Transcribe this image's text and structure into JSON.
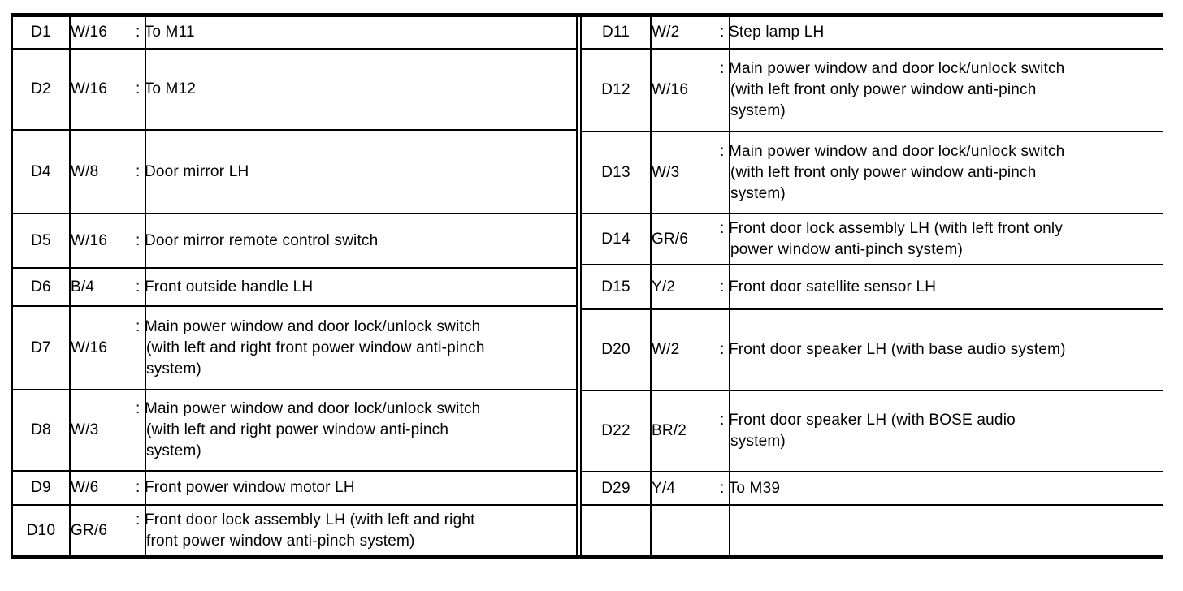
{
  "colors": {
    "background": "#ffffff",
    "text": "#000000",
    "border": "#000000"
  },
  "table": {
    "left_rows": [
      {
        "id": "D1",
        "code": "W/16",
        "desc": ": To M11"
      },
      {
        "id": "D2",
        "code": "W/16",
        "desc": ": To M12"
      },
      {
        "id": "D4",
        "code": "W/8",
        "desc": ": Door mirror LH"
      },
      {
        "id": "D5",
        "code": "W/16",
        "desc": ": Door mirror remote control switch"
      },
      {
        "id": "D6",
        "code": "B/4",
        "desc": ": Front outside handle LH"
      },
      {
        "id": "D7",
        "code": "W/16",
        "desc": ": Main power window and door lock/unlock switch\n(with left and right front power window anti-pinch\nsystem)"
      },
      {
        "id": "D8",
        "code": "W/3",
        "desc": ": Main power window and door lock/unlock switch\n(with left and right power window anti-pinch\nsystem)"
      },
      {
        "id": "D9",
        "code": "W/6",
        "desc": ": Front power window motor LH"
      },
      {
        "id": "D10",
        "code": "GR/6",
        "desc": ": Front door lock assembly LH (with left and right\nfront power window anti-pinch system)"
      }
    ],
    "right_rows": [
      {
        "id": "D11",
        "code": "W/2",
        "desc": ": Step lamp LH"
      },
      {
        "id": "D12",
        "code": "W/16",
        "desc": ": Main power window and door lock/unlock switch\n(with left front only power window anti-pinch\nsystem)"
      },
      {
        "id": "D13",
        "code": "W/3",
        "desc": ": Main power window and door lock/unlock switch\n(with left front only power window anti-pinch\nsystem)"
      },
      {
        "id": "D14",
        "code": "GR/6",
        "desc": ": Front door lock assembly LH (with left front only\npower window anti-pinch system)"
      },
      {
        "id": "D15",
        "code": "Y/2",
        "desc": ": Front door satellite sensor LH"
      },
      {
        "id": "D20",
        "code": "W/2",
        "desc": ": Front door speaker LH (with base audio system)"
      },
      {
        "id": "D22",
        "code": "BR/2",
        "desc": ": Front door speaker LH (with BOSE audio\nsystem)"
      },
      {
        "id": "D29",
        "code": "Y/4",
        "desc": ": To M39"
      },
      {
        "id": "",
        "code": "",
        "desc": ""
      }
    ]
  }
}
